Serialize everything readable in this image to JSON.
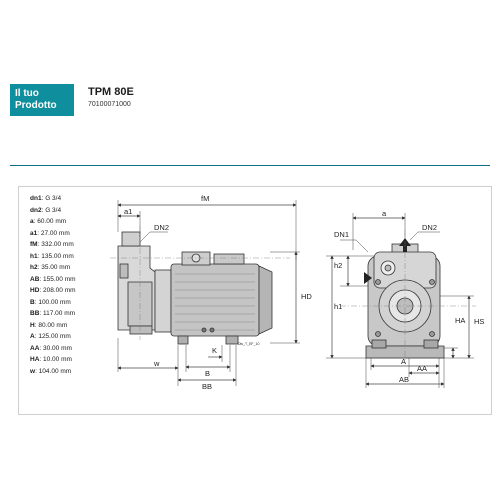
{
  "badge": {
    "line1": "Il tuo",
    "line2": "Prodotto"
  },
  "product": {
    "name": "TPM 80E",
    "code": "70100071000"
  },
  "specs": [
    {
      "key": "dn1",
      "value": "G 3/4"
    },
    {
      "key": "dn2",
      "value": "G 3/4"
    },
    {
      "key": "a",
      "value": "60.00 mm"
    },
    {
      "key": "a1",
      "value": "27.00 mm"
    },
    {
      "key": "fM",
      "value": "332.00 mm"
    },
    {
      "key": "h1",
      "value": "135.00 mm"
    },
    {
      "key": "h2",
      "value": "35.00 mm"
    },
    {
      "key": "AB",
      "value": "155.00 mm"
    },
    {
      "key": "HD",
      "value": "208.00 mm"
    },
    {
      "key": "B",
      "value": "100.00 mm"
    },
    {
      "key": "BB",
      "value": "117.00 mm"
    },
    {
      "key": "H",
      "value": "80.00 mm"
    },
    {
      "key": "A",
      "value": "125.00 mm"
    },
    {
      "key": "AA",
      "value": "30.00 mm"
    },
    {
      "key": "HA",
      "value": "10.00 mm"
    },
    {
      "key": "w",
      "value": "104.00 mm"
    }
  ],
  "side_view": {
    "fm": "fM",
    "a1": "a1",
    "dn2": "DN2",
    "hd": "HD",
    "w": "w",
    "b": "B",
    "bb": "BB",
    "k": "K",
    "drawing_ref": "Dis_T_EF_10"
  },
  "front_view": {
    "a": "a",
    "dn1": "DN1",
    "dn2": "DN2",
    "h2": "h2",
    "h1": "h1",
    "ha": "HA",
    "hs": "HS",
    "aa": "AA",
    "a_dim": "A",
    "ab": "AB"
  }
}
